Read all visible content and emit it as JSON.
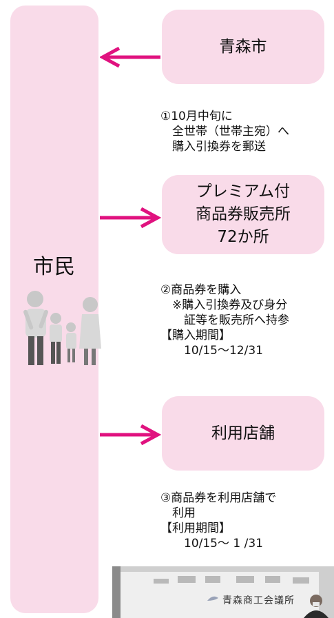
{
  "citizen": {
    "label": "市民"
  },
  "boxes": {
    "aomori": "青森市",
    "shop_line1": "プレミアム付",
    "shop_line2": "商品券販売所",
    "shop_line3": "72か所",
    "store": "利用店舗"
  },
  "notes": {
    "step1": [
      "①10月中旬に",
      "　全世帯（世帯主宛）へ",
      "　購入引換券を郵送"
    ],
    "step2": [
      "②商品券を購入",
      "　※購入引換券及び身分",
      "　　証等を販売所へ持参",
      "【購入期間】",
      "　　10/15～12/31"
    ],
    "step3": [
      "③商品券を利用店舗で",
      "　利用",
      "【利用期間】",
      "　　10/15～ 1 /31"
    ]
  },
  "photo": {
    "banner_text": "青森商工会議所"
  },
  "colors": {
    "pink_fill": "#f9dbe9",
    "arrow": "#e0127f"
  }
}
